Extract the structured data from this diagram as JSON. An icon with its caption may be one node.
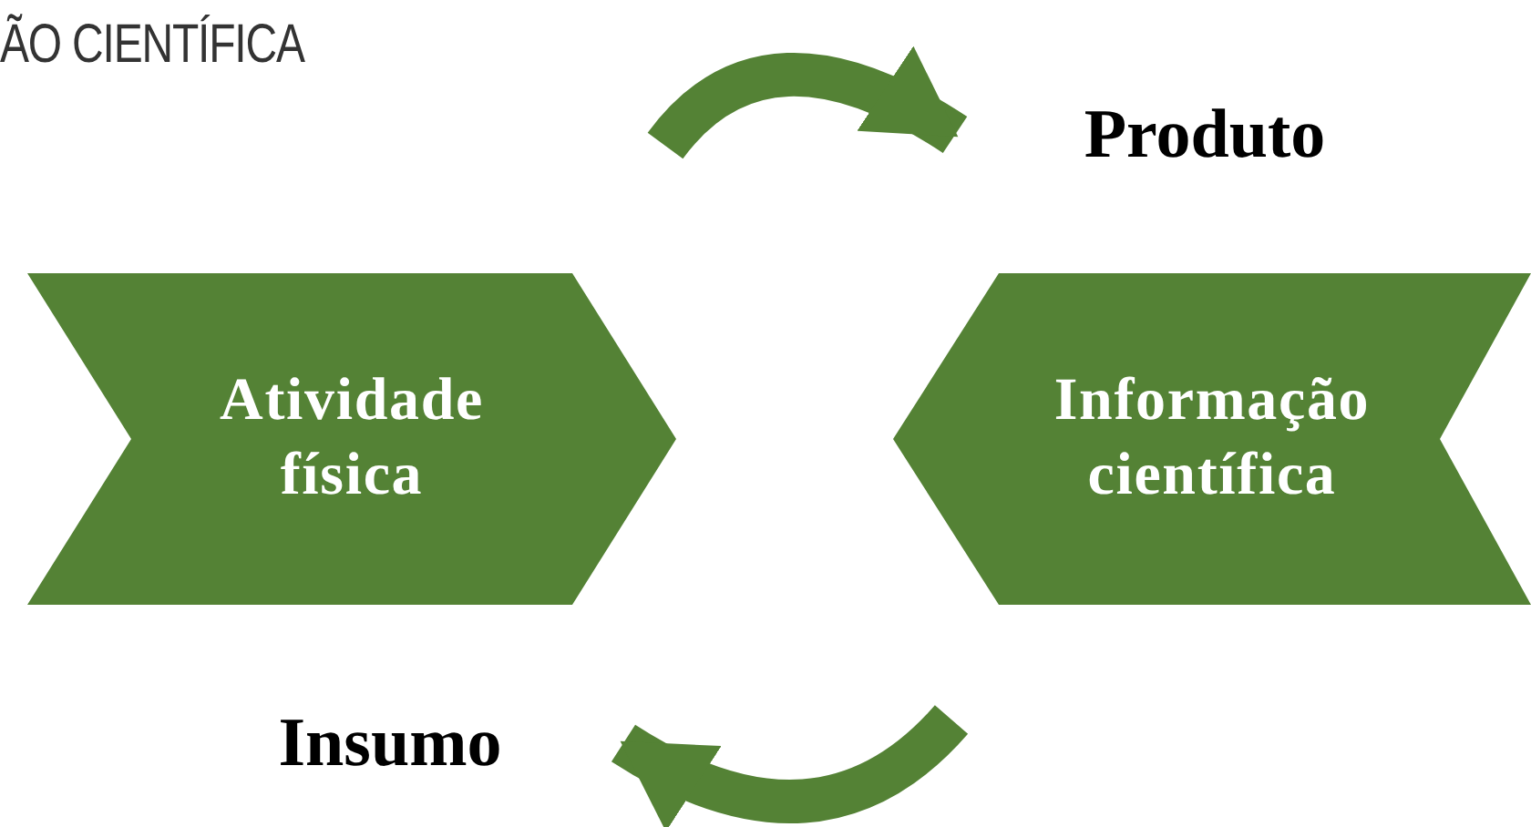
{
  "diagram": {
    "title": "ÃO CIENTÍFICA",
    "nodes": [
      {
        "text": [
          "Atividade física"
        ]
      },
      {
        "text": [
          "Informação científica"
        ]
      },
      {
        "text": [
          "Produto"
        ]
      },
      {
        "text": [
          "Insumo"
        ]
      }
    ],
    "edges": [
      {
        "from": null,
        "to": 2,
        "arrow": "to"
      },
      {
        "from": null,
        "to": 3,
        "arrow": "to"
      }
    ]
  }
}
